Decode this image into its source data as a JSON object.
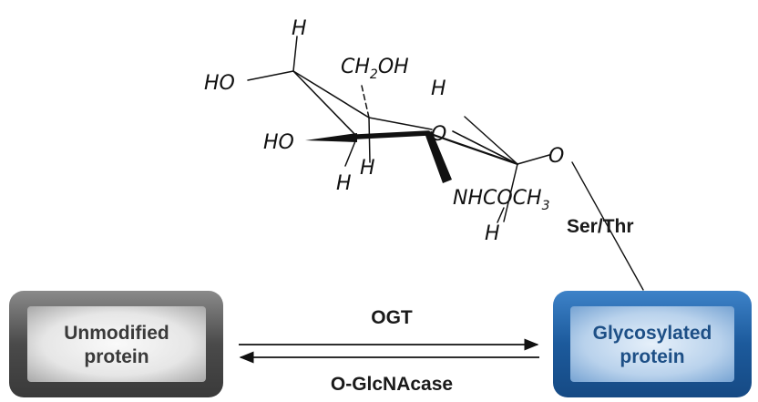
{
  "molecule": {
    "atoms": {
      "h_top": "H",
      "ho_left": "HO",
      "ch2oh": {
        "main": "CH",
        "sub": "2",
        "tail": "OH"
      },
      "h_c5": "H",
      "ring_o": "O",
      "ho_c3": "HO",
      "h_c3": "H",
      "h_c2": "H",
      "nhcoch3": {
        "main": "NHCOCH",
        "sub": "3"
      },
      "h_nh": "H",
      "o_link": "O"
    },
    "linkage_label": "Ser/Thr"
  },
  "reaction": {
    "forward_enzyme": "OGT",
    "reverse_enzyme": "O-GlcNAcase"
  },
  "boxes": {
    "left": {
      "line1": "Unmodified",
      "line2": "protein",
      "color": "#5f5f5f"
    },
    "right": {
      "line1": "Glycosylated",
      "line2": "protein",
      "color": "#1f5d9e"
    }
  }
}
